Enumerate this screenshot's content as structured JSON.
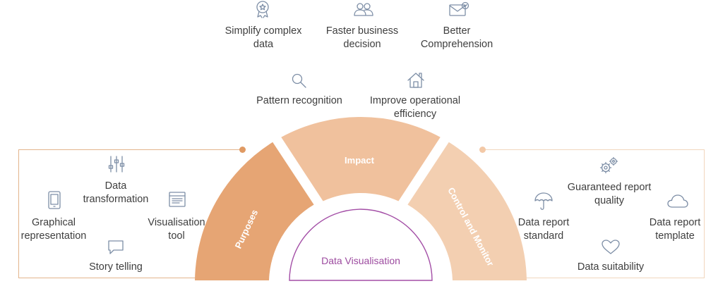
{
  "colors": {
    "purposes": "#e6a574",
    "impact": "#f0c19d",
    "control": "#f3cfb1",
    "left_bracket": "#e3b48c",
    "right_bracket": "#f1d6bd",
    "dot_left": "#e09a63",
    "dot_right": "#f3c9a7",
    "center_outline": "#a34ea6",
    "center_text": "#9c4a9f",
    "icon": "#7d8ea6"
  },
  "segments": {
    "purposes": "Purposes",
    "impact": "Impact",
    "control": "Control and Monitor"
  },
  "center": {
    "label": "Data Visualisation"
  },
  "top_items": [
    {
      "icon": "award-icon",
      "line1": "Simplify complex",
      "line2": "data"
    },
    {
      "icon": "users-icon",
      "line1": "Faster business",
      "line2": "decision"
    },
    {
      "icon": "mail-check-icon",
      "line1": "Better",
      "line2": "Comprehension"
    }
  ],
  "mid_items": [
    {
      "icon": "search-icon",
      "line1": "Pattern recognition",
      "line2": ""
    },
    {
      "icon": "home-icon",
      "line1": "Improve operational",
      "line2": "efficiency"
    }
  ],
  "left_items": [
    {
      "icon": "sliders-icon",
      "line1": "Data",
      "line2": "transformation"
    },
    {
      "icon": "tablet-icon",
      "line1": "Graphical",
      "line2": "representation"
    },
    {
      "icon": "web-page-icon",
      "line1": "Visualisation",
      "line2": "tool"
    },
    {
      "icon": "chat-bubble-icon",
      "line1": "Story telling",
      "line2": ""
    }
  ],
  "right_items": [
    {
      "icon": "gears-icon",
      "line1": "Guaranteed report",
      "line2": "quality"
    },
    {
      "icon": "umbrella-icon",
      "line1": "Data report",
      "line2": "standard"
    },
    {
      "icon": "cloud-icon",
      "line1": "Data report",
      "line2": "template"
    },
    {
      "icon": "heart-icon",
      "line1": "Data suitability",
      "line2": ""
    }
  ]
}
